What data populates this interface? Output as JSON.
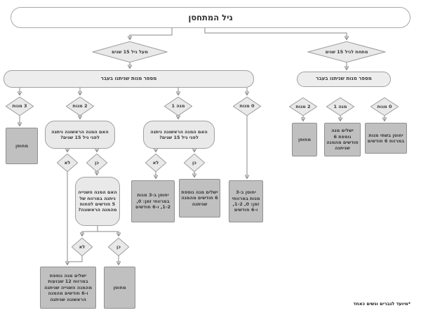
{
  "title": "גיל המתחסן",
  "footnote": "*מיועד לגברים ונשים כאחד",
  "decisions": {
    "over_15": "מעל גיל 15 שנים",
    "under_15": "מתחת לגיל 15 שנים",
    "doses_header_left": "מספר מנות שניתנו בעבר",
    "doses_header_right": "מספר מנות שניתנו בעבר",
    "left_doses_3": "3 מנות",
    "left_doses_2": "2 מנות",
    "left_doses_1": "מנה 1",
    "left_doses_0": "0 מנות",
    "q_first_dose_before_15_a": "האם המנה הראשונה ניתנה לפני גיל 15 שנים?",
    "q_first_dose_before_15_b": "האם המנה הראשונה ניתנה לפני גיל 15 שנים?",
    "q_second_dose_interval": "האם המנה השנייה ניתנה במרווח של 5 חודשים לפחות מהמנה הראשונה?",
    "no_a": "לא",
    "yes_a": "כן",
    "no_b": "לא",
    "yes_b": "כן",
    "no_c": "לא",
    "yes_c": "כן",
    "right_doses_2": "2 מנות",
    "right_doses_1": "מנה 1",
    "right_doses_0": "0 מנות"
  },
  "outcomes": {
    "vaccinated_left": "מחוסן",
    "vaccinated_mid": "מחוסן",
    "vaccinated_right": "מחוסן",
    "three_doses_schedule_a": "יחוסן ב-3 מנות במרווחי זמן: 0, 1-2, ו-6 חודשים",
    "three_doses_schedule_b": "יחוסן ב-3 מנות במרווחי זמן: 0, 1-2, ו-6 חודשים",
    "complete_dose_6m_a": "ישלים מנה נוספת 6 חודשים מהמנה שניתנה",
    "complete_dose_6m_b": "ישלים מנה נוספת 6 חודשים מהמנה שניתנה",
    "complete_dose_12w": "ישלים מנה נוספת במרווח 12 שבועות מהמנה השנייה שניתנה ו-6 חודשים מהמנה הראשונה שניתנה",
    "two_doses_6m": "יחוסן בשתי מנות במרווח 6 חודשים"
  },
  "colors": {
    "shape_fill_light": "#e9e9e9",
    "shape_fill_terminal": "#c0c0c0",
    "border": "#9c9c9c",
    "line": "#8a8a8a"
  }
}
